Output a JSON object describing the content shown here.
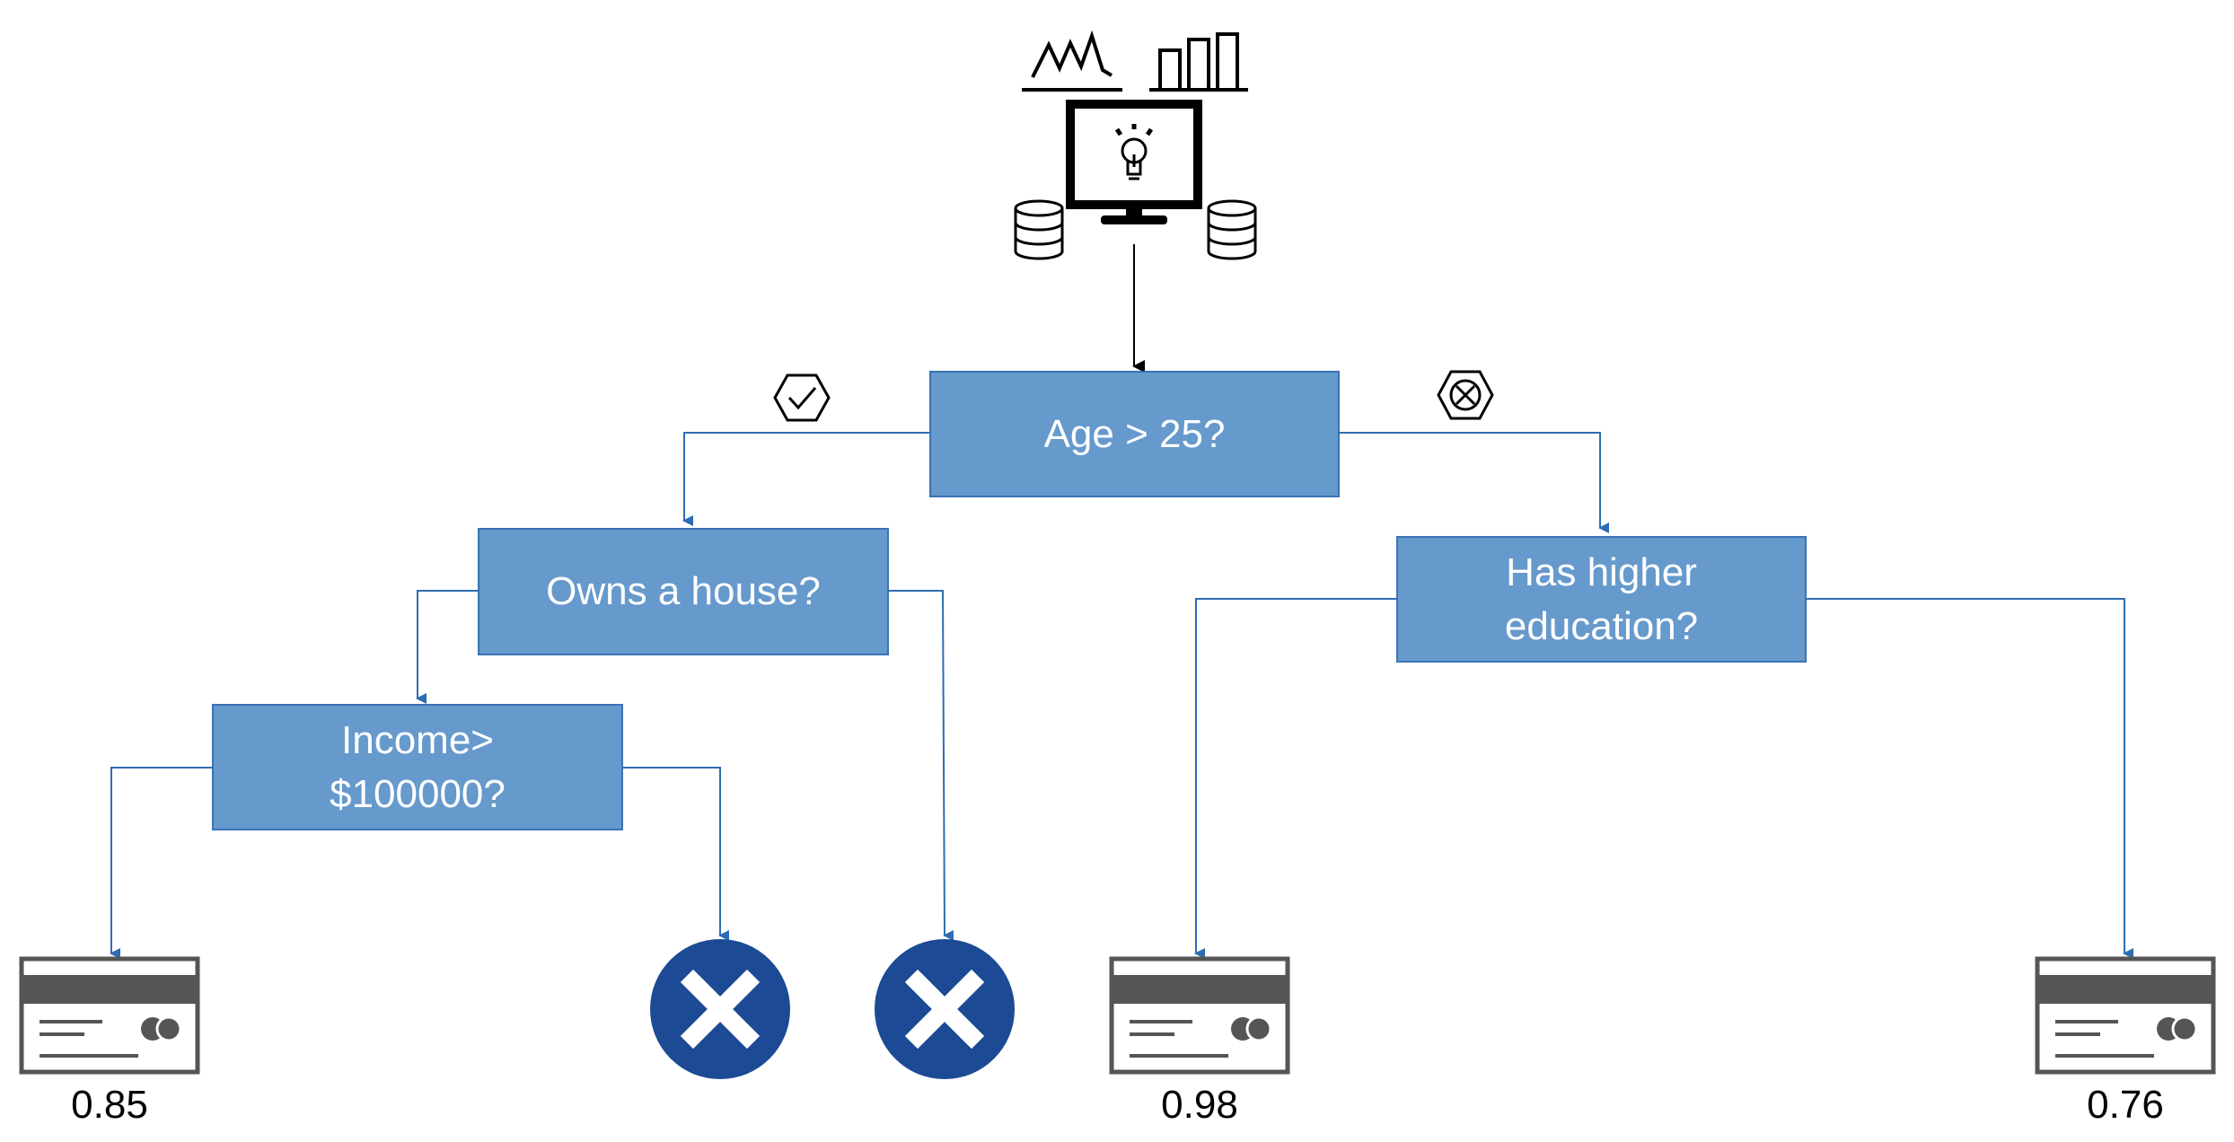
{
  "nodes": {
    "root": {
      "label": "Age > 25?"
    },
    "house": {
      "label": "Owns a house?"
    },
    "education": {
      "line1": "Has higher",
      "line2": "education?"
    },
    "income": {
      "line1": "Income>",
      "line2": "$100000?"
    }
  },
  "leaves": {
    "income_yes_score": "0.85",
    "education_yes_score": "0.98",
    "education_no_score": "0.76"
  },
  "branch_icons": {
    "yes": "check-hexagon-icon",
    "no": "x-hexagon-icon"
  },
  "icons": [
    "line-chart-icon",
    "bar-chart-icon",
    "monitor-lightbulb-icon",
    "database-icon",
    "credit-card-icon",
    "reject-circle-icon"
  ],
  "colors": {
    "node_fill": "#6699cc",
    "node_border": "#3a73b5",
    "connector": "#2e6db4",
    "reject": "#1c4a94",
    "card": "#555555"
  }
}
